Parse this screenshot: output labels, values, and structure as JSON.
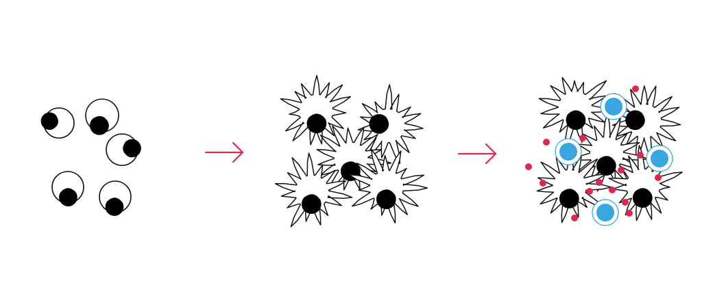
{
  "colors": {
    "background": "#ffffff",
    "cell_outline": "#111111",
    "nucleus": "#000000",
    "arrow": "#e0284f",
    "granule": "#e0284f",
    "lymphocyte_fill": "#3aa6df",
    "lymphocyte_ring": "#3aa6df"
  },
  "stages": [
    {
      "name": "resting-cells",
      "icon": "round-cell-icon",
      "cell_count": 5
    },
    {
      "name": "activated-cells",
      "icon": "spiky-cell-icon",
      "cell_count": 5
    },
    {
      "name": "cell-cluster",
      "icon": "spiky-cell-icon",
      "cell_count": 5,
      "lymphocyte_count": 4,
      "granule_count": 14
    }
  ],
  "arrows": [
    {
      "name": "arrow-stage-1-to-2",
      "icon": "right-arrow-icon"
    },
    {
      "name": "arrow-stage-2-to-3",
      "icon": "right-arrow-icon"
    }
  ]
}
